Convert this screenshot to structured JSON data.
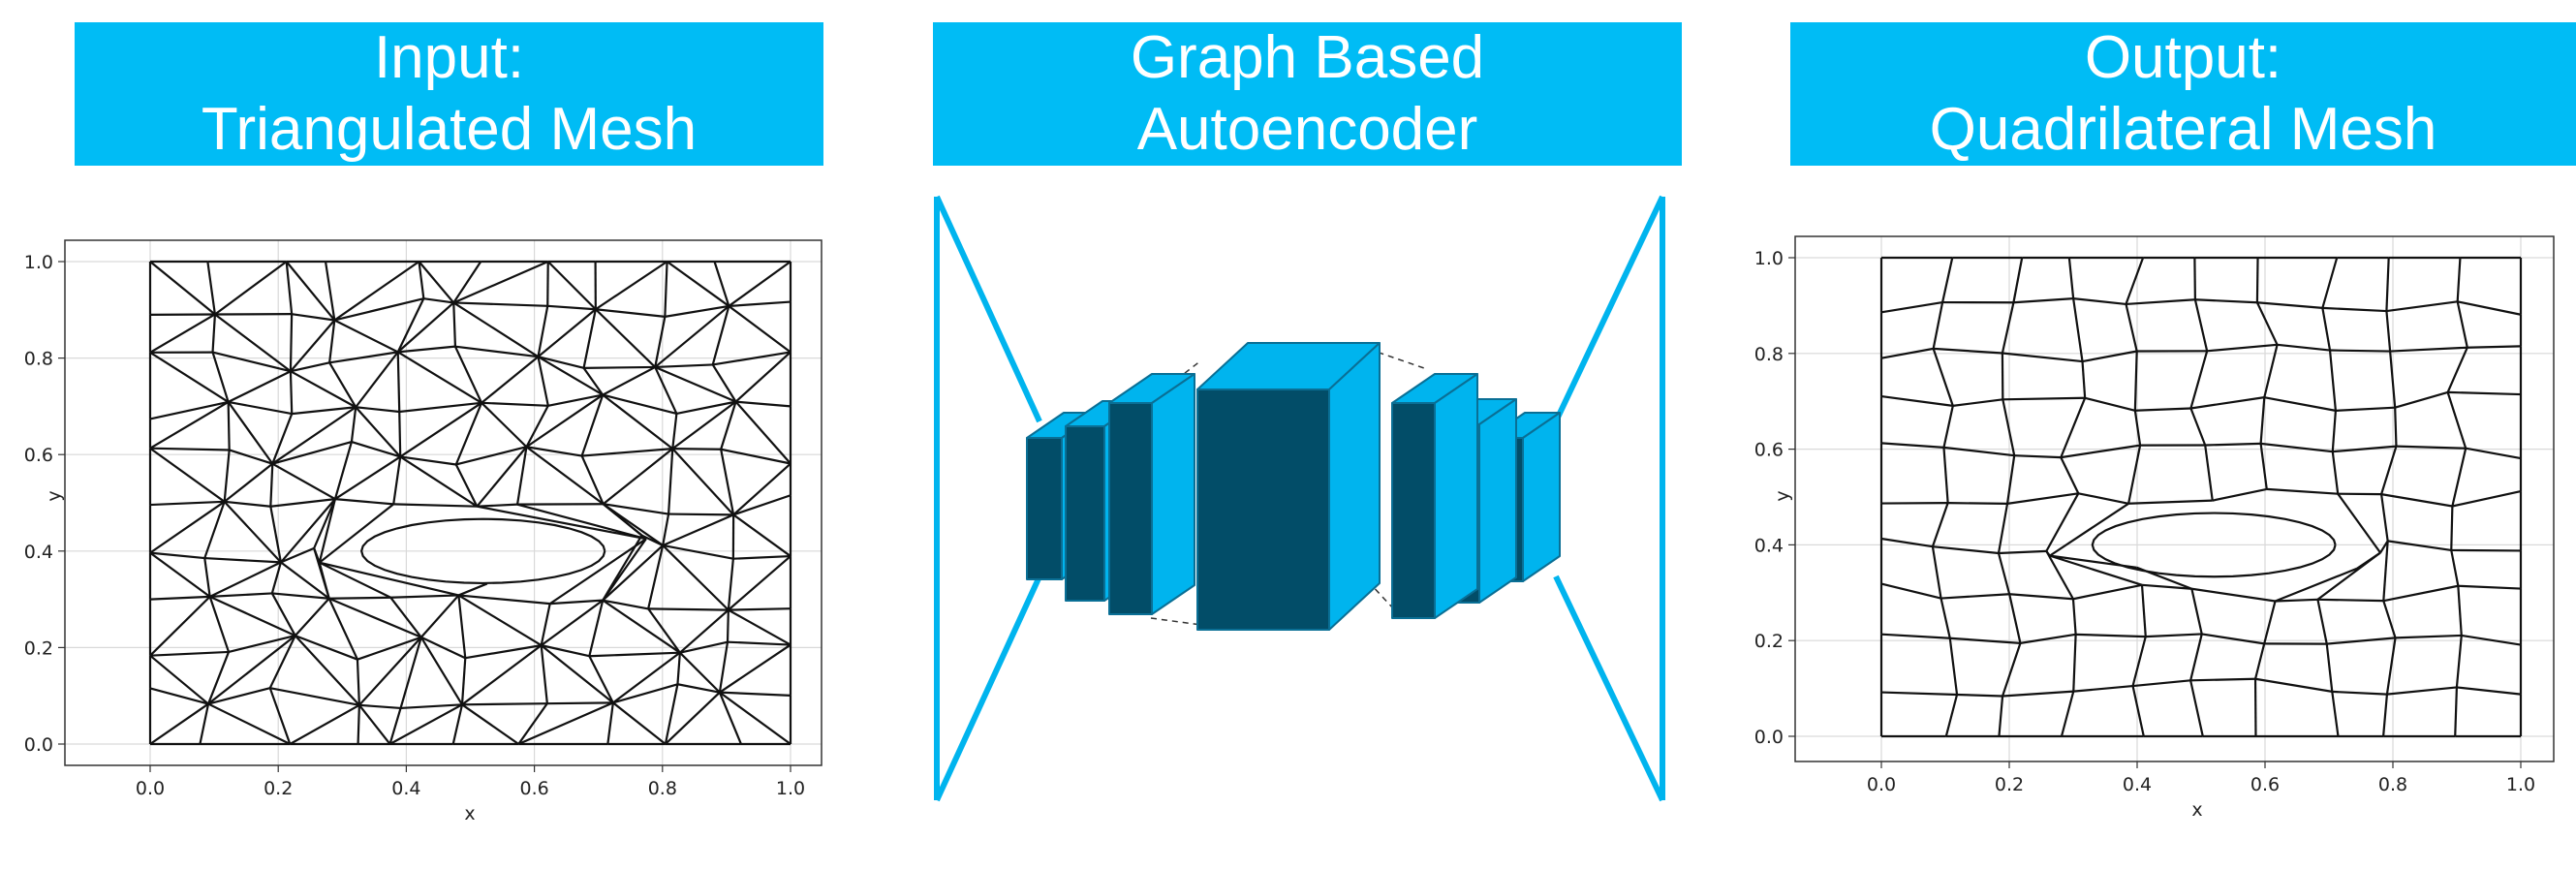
{
  "panels": {
    "input": {
      "line1": "Input:",
      "line2": "Triangulated Mesh"
    },
    "model": {
      "line1": "Graph Based",
      "line2": "Autoencoder"
    },
    "output": {
      "line1": "Output:",
      "line2": "Quadrilateral Mesh"
    }
  },
  "plots": {
    "left": {
      "xlabel": "x",
      "ylabel": "y",
      "xticks": [
        "0.0",
        "0.2",
        "0.4",
        "0.6",
        "0.8",
        "1.0"
      ],
      "yticks": [
        "0.0",
        "0.2",
        "0.4",
        "0.6",
        "0.8",
        "1.0"
      ]
    },
    "right": {
      "xlabel": "x",
      "ylabel": "y",
      "xticks": [
        "0.0",
        "0.2",
        "0.4",
        "0.6",
        "0.8",
        "1.0"
      ],
      "yticks": [
        "0.0",
        "0.2",
        "0.4",
        "0.6",
        "0.8",
        "1.0"
      ]
    }
  },
  "colors": {
    "banner": "#00bcf5",
    "block_front": "#024d68",
    "block_side": "#00b4ee",
    "mesh": "#111111"
  }
}
